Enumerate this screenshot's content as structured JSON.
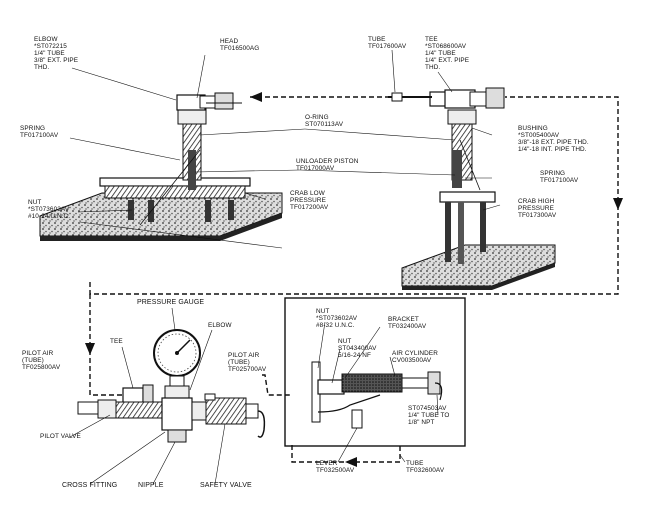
{
  "labels": {
    "elbow_top": {
      "title": "ELBOW",
      "l1": "*ST072215",
      "l2": "1/4\" TUBE",
      "l3": "3/8\" EXT. PIPE",
      "l4": "THD."
    },
    "head": {
      "title": "HEAD",
      "l1": "TF016500AG"
    },
    "tube_top": {
      "title": "TUBE",
      "l1": "TF017600AV"
    },
    "tee_top": {
      "title": "TEE",
      "l1": "*ST068600AV",
      "l2": "1/4\" TUBE",
      "l3": "1/4\" EXT. PIPE",
      "l4": "THD."
    },
    "spring_left": {
      "title": "SPRING",
      "l1": "TF017100AV"
    },
    "oring": {
      "title": "O-RING",
      "l1": "ST070113AV"
    },
    "bushing": {
      "title": "BUSHING",
      "l1": "*ST005400AV",
      "l2": "3/8\"-18 EXT. PIPE THD.",
      "l3": "1/4\"-18 INT. PIPE THD."
    },
    "unloader": {
      "title": "UNLOADER PISTON",
      "l1": "TF017000AV"
    },
    "spring_right": {
      "title": "SPRING",
      "l1": "TF017100AV"
    },
    "nut_left": {
      "title": "NUT",
      "l1": "*ST073603AV",
      "l2": "#10-24 U.N.C."
    },
    "crab_low": {
      "title": "CRAB LOW",
      "l1": "PRESSURE",
      "l2": "TF017200AV"
    },
    "crab_high": {
      "title": "CRAB HIGH",
      "l1": "PRESSURE",
      "l2": "TF017300AV"
    },
    "pressure_gauge": {
      "title": "PRESSURE GAUGE"
    },
    "elbow_bottom": {
      "title": "ELBOW"
    },
    "tee_bottom": {
      "title": "TEE"
    },
    "pilot_air_left": {
      "title": "PILOT AIR",
      "l1": "(TUBE)",
      "l2": "TF025800AV"
    },
    "pilot_air_mid": {
      "title": "PILOT AIR",
      "l1": "(TUBE)",
      "l2": "TF025700AV"
    },
    "pilot_valve": {
      "title": "PILOT VALVE"
    },
    "cross_fitting": {
      "title": "CROSS FITTING"
    },
    "nipple": {
      "title": "NIPPLE"
    },
    "safety_valve": {
      "title": "SAFETY VALVE"
    },
    "nut_box1": {
      "title": "NUT",
      "l1": "*ST073602AV",
      "l2": "#8-32 U.N.C."
    },
    "bracket": {
      "title": "BRACKET",
      "l1": "TF032400AV"
    },
    "nut_box2": {
      "title": "NUT",
      "l1": "ST043400AV",
      "l2": "5/16-24 NF"
    },
    "air_cylinder": {
      "title": "AIR CYLINDER",
      "l1": "CV003500AV"
    },
    "elbow_box": {
      "title": "ST074503AV",
      "l1": "1/4\" TUBE TO",
      "l2": "1/8\" NPT"
    },
    "lever": {
      "title": "LEVER",
      "l1": "TF032500AV"
    },
    "tube_bottom": {
      "title": "TUBE",
      "l1": "TF032600AV"
    }
  }
}
